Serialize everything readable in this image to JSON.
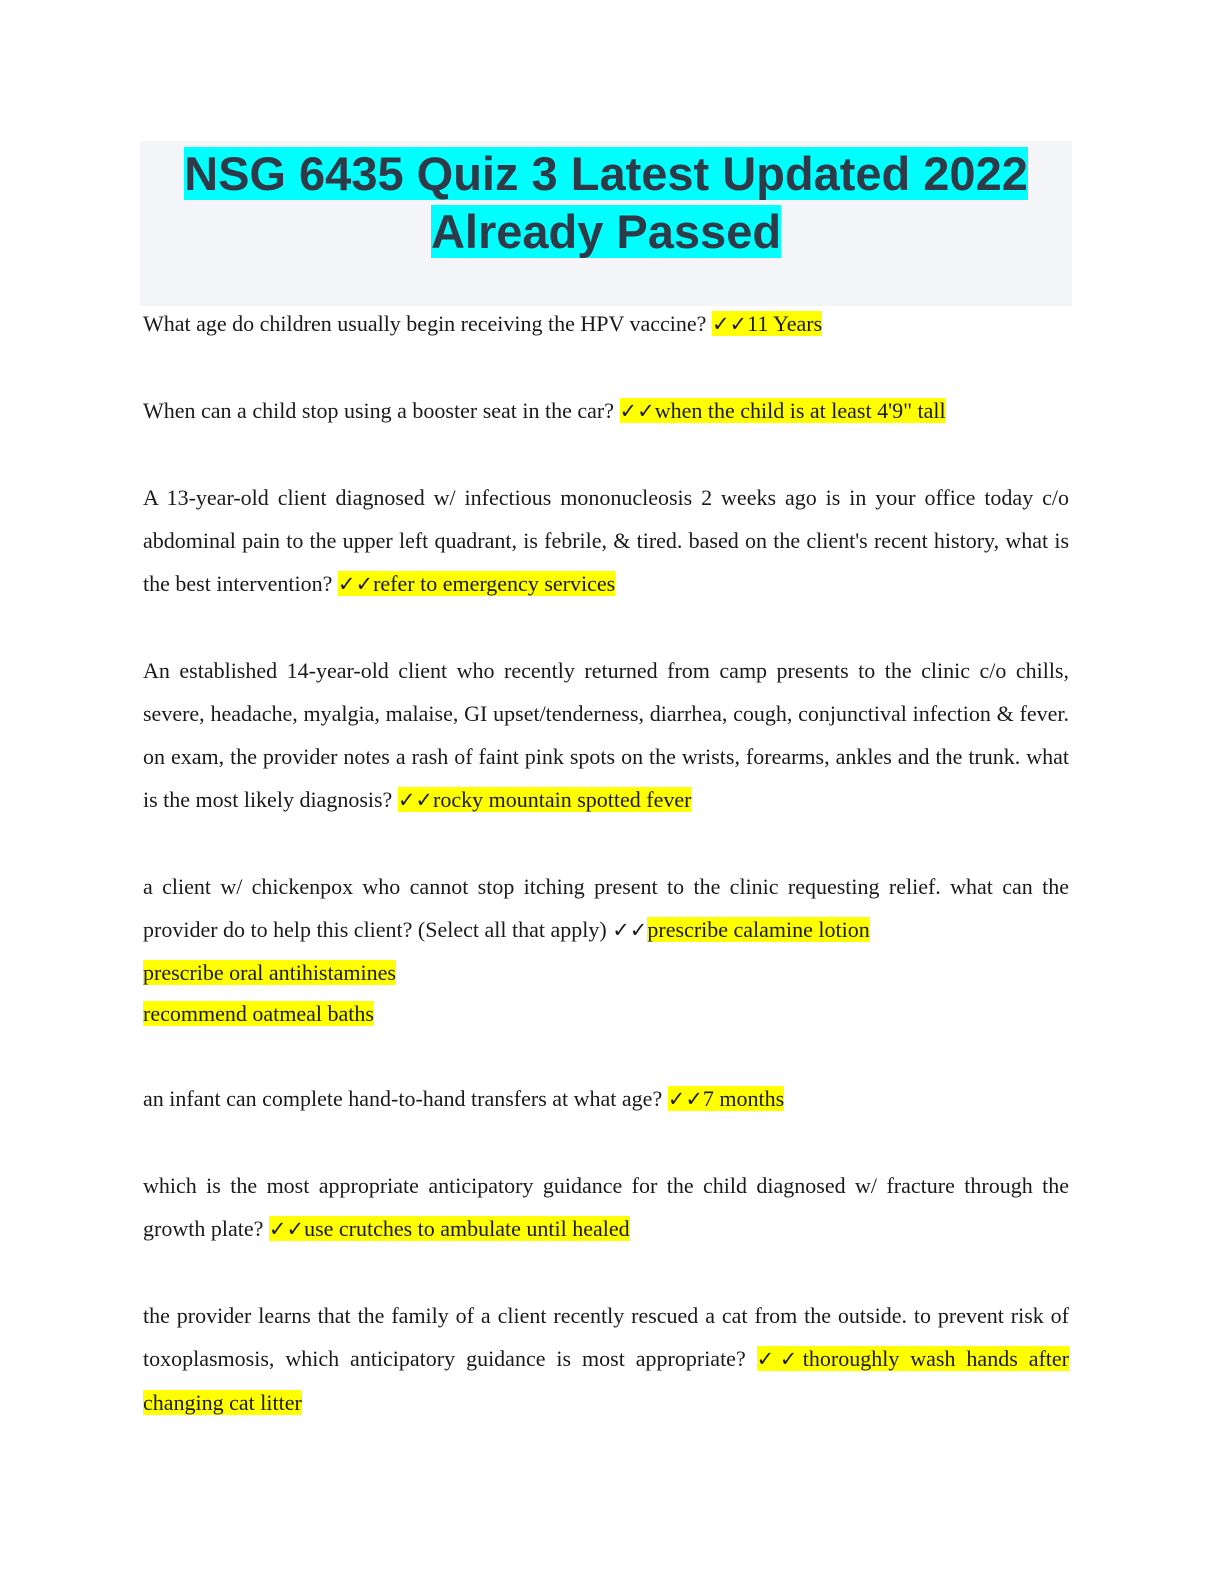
{
  "document": {
    "title_line1": "NSG 6435 Quiz 3 Latest Updated 2022",
    "title_line2": "Already Passed",
    "check_mark": "✓✓",
    "items": [
      {
        "question": "What age do children usually begin receiving the HPV vaccine? ",
        "answer": "11 Years"
      },
      {
        "question": "When can a child stop using a booster seat in the car? ",
        "answer": "when the child is at least 4'9\" tall"
      },
      {
        "question": "A 13-year-old client diagnosed w/ infectious mononucleosis 2 weeks ago is in your office today c/o abdominal pain to the upper left quadrant, is febrile, & tired. based on the client's recent history, what is the best intervention? ",
        "answer": "refer to emergency services"
      },
      {
        "question": "An established 14-year-old client who recently returned from camp presents to the clinic c/o chills, severe, headache, myalgia, malaise, GI upset/tenderness, diarrhea, cough, conjunctival infection & fever. on exam, the provider notes a rash of faint pink spots on the wrists, forearms, ankles and the trunk. what is the most likely diagnosis? ",
        "answer": "rocky mountain spotted fever"
      },
      {
        "question": "a client w/ chickenpox who cannot stop itching present to the clinic requesting relief. what can the provider do to help this client? (Select all that apply) ",
        "answer": "prescribe calamine lotion",
        "answer_line2": "prescribe oral antihistamines",
        "answer_line3": "recommend oatmeal baths"
      },
      {
        "question": "an infant can complete hand-to-hand transfers at what age? ",
        "answer": "7 months"
      },
      {
        "question": "which is the most appropriate anticipatory guidance for the child diagnosed w/ fracture through the growth plate? ",
        "answer": "use crutches to ambulate until healed"
      },
      {
        "question": "the provider learns that the family of a client recently rescued a cat from the outside. to prevent risk of toxoplasmosis, which anticipatory guidance is most appropriate? ",
        "answer": "thoroughly wash hands after changing cat litter"
      }
    ]
  },
  "colors": {
    "title_highlight": "#00ffff",
    "answer_highlight": "#ffff00",
    "title_band": "#f4f5f8",
    "title_text": "#2e3a47"
  }
}
